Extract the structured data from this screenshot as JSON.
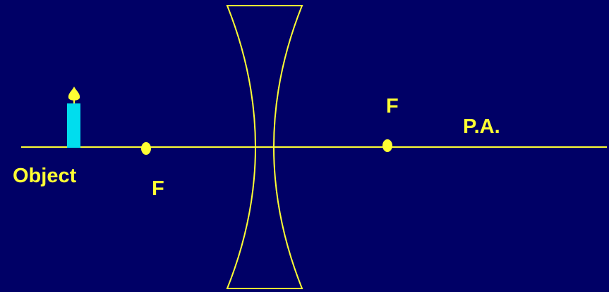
{
  "labels": {
    "object": "Object",
    "focal_left": "F",
    "focal_right": "F",
    "principal_axis": "P.A."
  },
  "colors": {
    "background": "#000066",
    "lines": "#FFFF33",
    "candle_body": "#00DDEE",
    "flame": "#FFFF33"
  }
}
